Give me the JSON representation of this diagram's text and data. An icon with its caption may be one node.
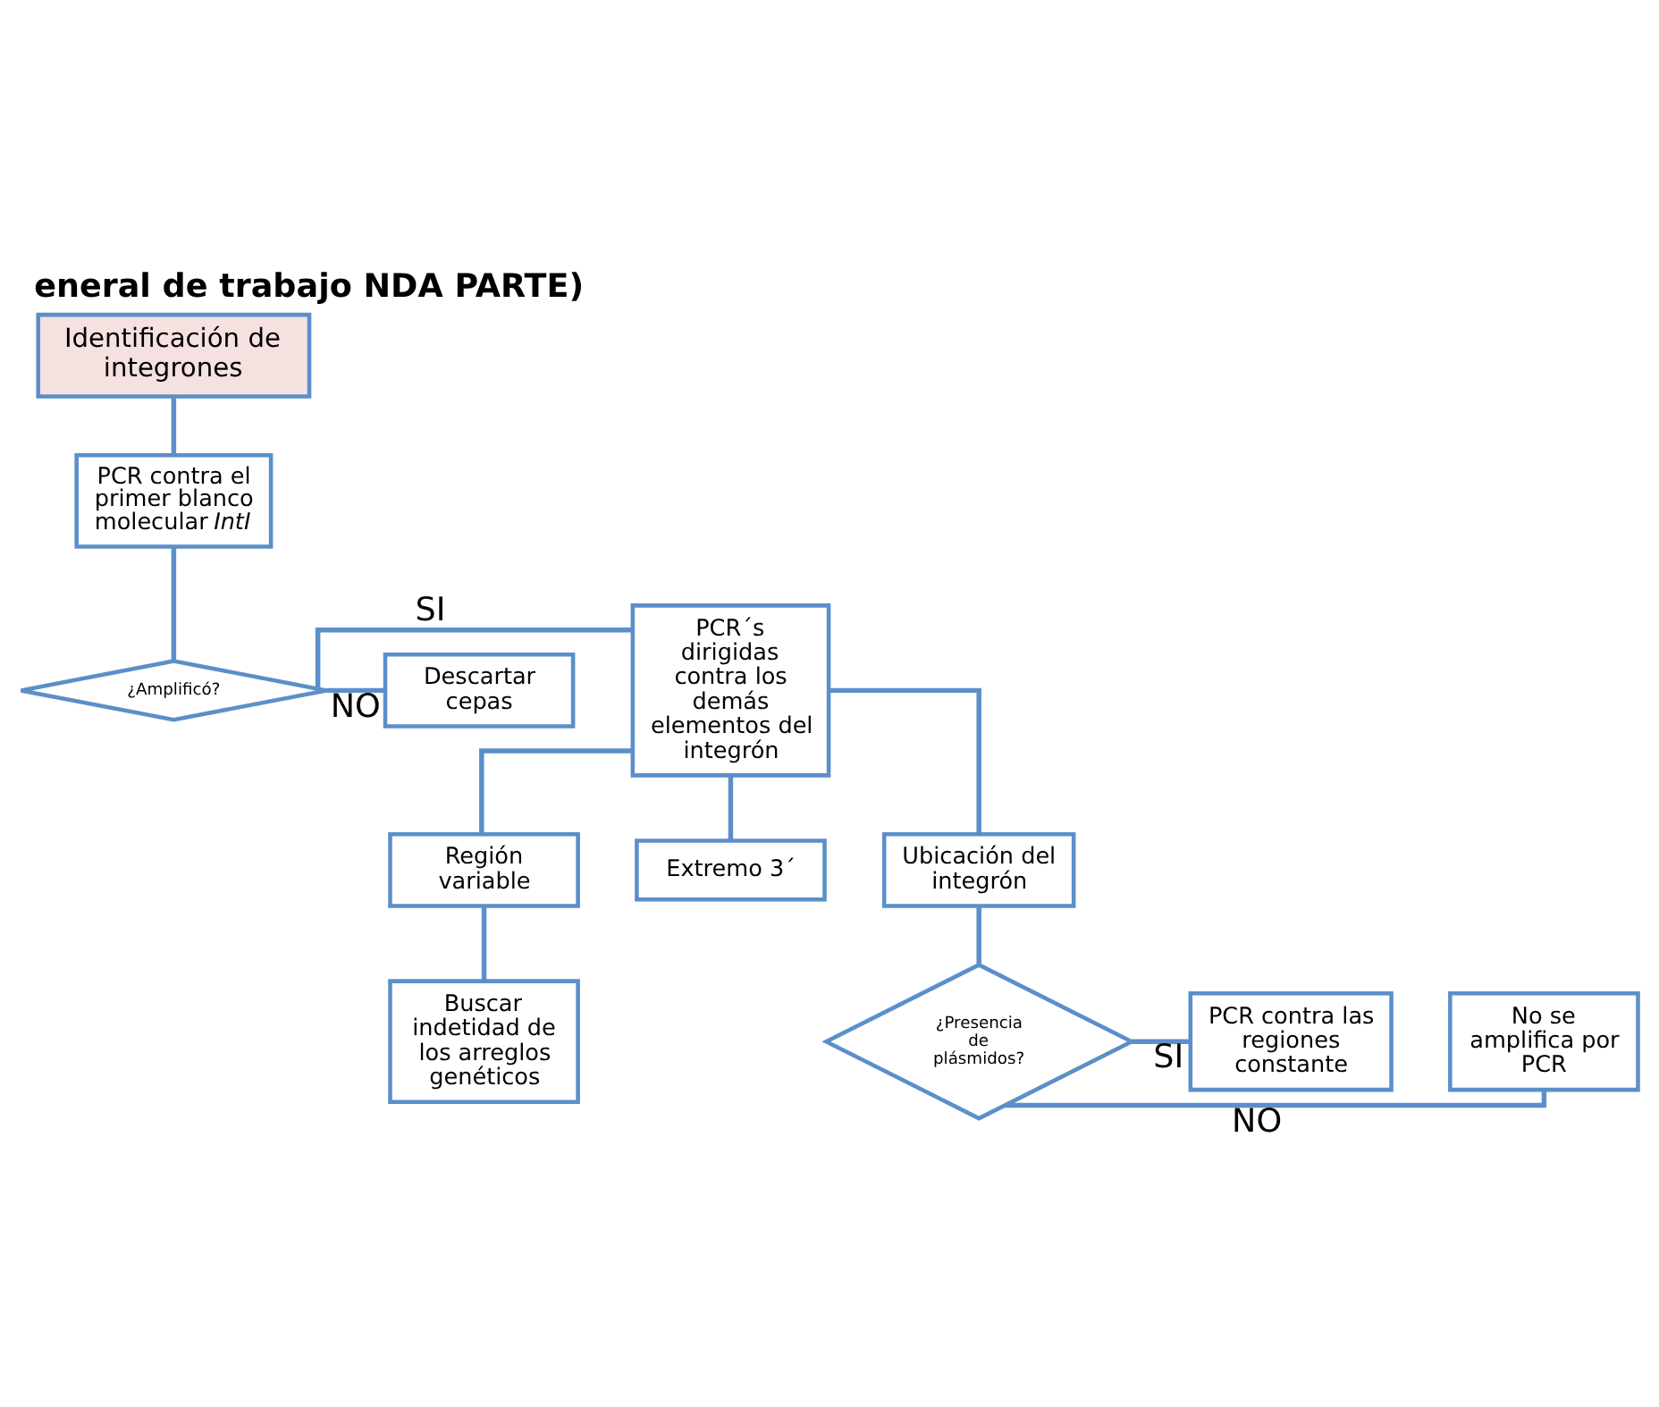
{
  "diagram": {
    "title": "eneral de trabajo NDA PARTE)",
    "nodes": [
      {
        "text": [
          "Identificación de integrones"
        ]
      },
      {
        "text": [
          "PCR contra el primer blanco molecular *IntI*"
        ]
      },
      {
        "text": [
          "PCR´s dirigidas contra los demás elementos del integrón"
        ]
      },
      {
        "text": [
          "¿Amplificó?"
        ]
      },
      {
        "text": [
          "Descartar cepas"
        ]
      },
      {
        "text": [
          "Región variable"
        ]
      },
      {
        "text": [
          "Extremo 3´"
        ]
      },
      {
        "text": [
          "Ubicación del integrón"
        ]
      },
      {
        "text": [
          "No se amplifica por PCR"
        ]
      },
      {
        "text": [
          "¿Presencia de plásmidos?"
        ]
      },
      {
        "text": [
          "PCR contra las regiones constante"
        ]
      },
      {
        "text": [
          "Buscar indetidad de los arreglos genéticos"
        ]
      }
    ],
    "edges": [
      {
        "from": 0,
        "to": 1,
        "arrow": "none"
      },
      {
        "from": 1,
        "to": 3,
        "arrow": "none"
      },
      {
        "from": 3,
        "to": 2,
        "arrow": "none",
        "label": "SI"
      },
      {
        "from": 3,
        "to": 4,
        "arrow": "none",
        "label": "NO"
      },
      {
        "from": 2,
        "to": 5,
        "arrow": "none"
      },
      {
        "from": 2,
        "to": 6,
        "arrow": "none"
      },
      {
        "from": 2,
        "to": 7,
        "arrow": "none"
      },
      {
        "from": 7,
        "to": 9,
        "arrow": "none"
      },
      {
        "from": 9,
        "to": 8,
        "arrow": "none",
        "label": "NO"
      },
      {
        "from": 9,
        "to": 10,
        "arrow": "none",
        "label": "SI"
      },
      {
        "from": 5,
        "to": 11,
        "arrow": "none"
      }
    ]
  }
}
